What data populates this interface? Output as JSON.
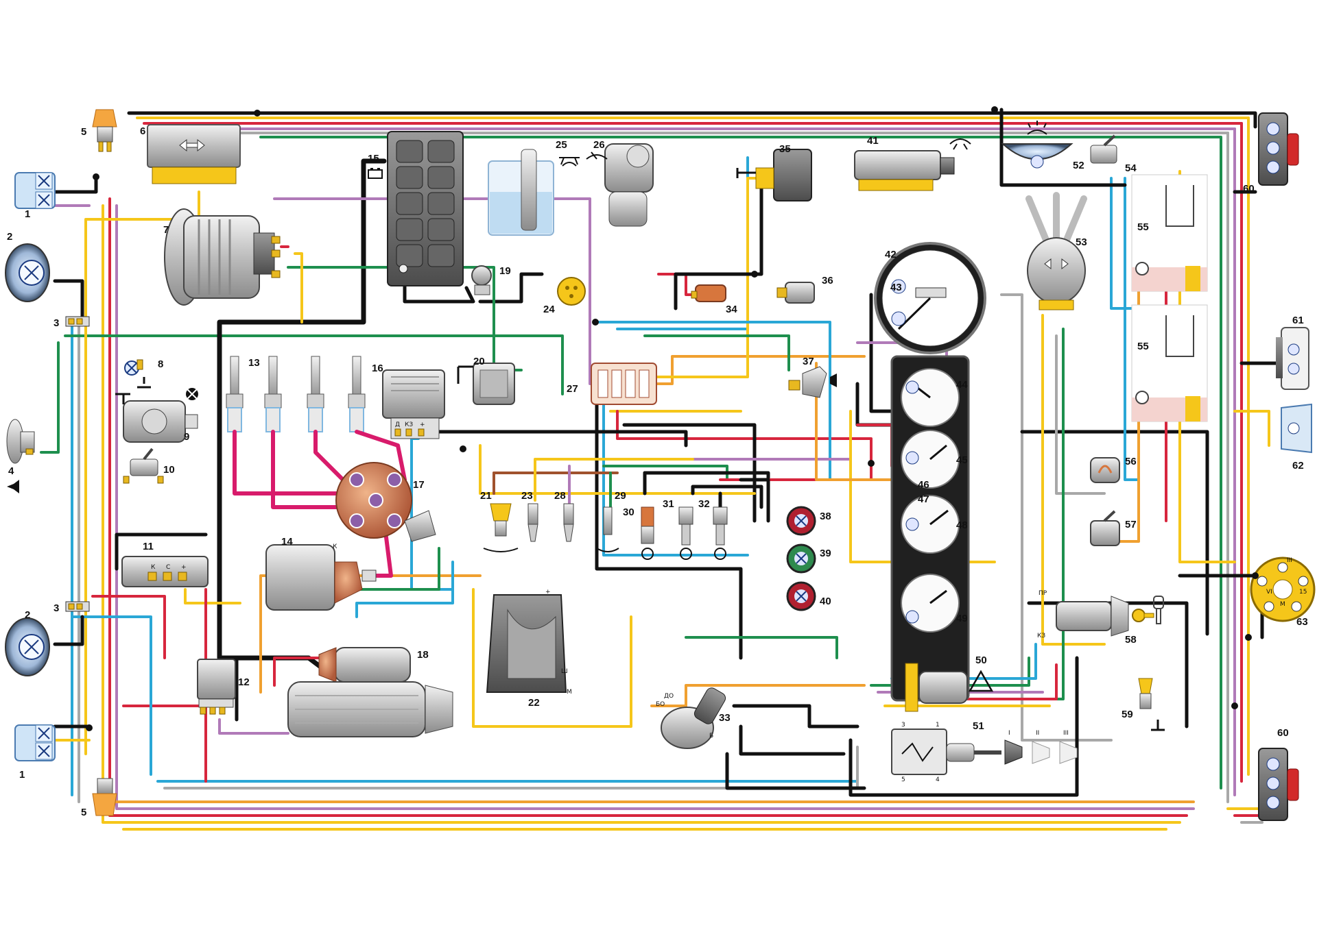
{
  "colors": {
    "black": "#111111",
    "yellow": "#f5c61a",
    "red": "#d7263d",
    "green": "#1e8f4e",
    "blue": "#2aa7d6",
    "violet": "#b07ab8",
    "orange": "#f0a030",
    "grey": "#a8a8a8",
    "brown": "#a0522d",
    "magenta_ht": "#d81b6b"
  },
  "labels": {
    "c1a": "1",
    "c1b": "1",
    "c2a": "2",
    "c2b": "2",
    "c3a": "3",
    "c3b": "3",
    "c4": "4",
    "c5a": "5",
    "c5b": "5",
    "c6": "6",
    "c7": "7",
    "c8": "8",
    "c9": "9",
    "c10": "10",
    "c11": "11",
    "c12": "12",
    "c13": "13",
    "c14": "14",
    "c15": "15",
    "c16": "16",
    "c17": "17",
    "c18": "18",
    "c19": "19",
    "c20": "20",
    "c21": "21",
    "c22": "22",
    "c23": "23",
    "c24": "24",
    "c25": "25",
    "c26": "26",
    "c27": "27",
    "c28": "28",
    "c29": "29",
    "c30": "30",
    "c31": "31",
    "c32": "32",
    "c33": "33",
    "c34": "34",
    "c35": "35",
    "c36": "36",
    "c37": "37",
    "c38": "38",
    "c39": "39",
    "c40": "40",
    "c41": "41",
    "c42": "42",
    "c43": "43",
    "c44": "44",
    "c45": "45",
    "c46": "46",
    "c47": "47",
    "c48": "48",
    "c49": "49",
    "c50": "50",
    "c51": "51",
    "c52": "52",
    "c53": "53",
    "c54": "54",
    "c55a": "55",
    "c55b": "55",
    "c56": "56",
    "c57": "57",
    "c58": "58",
    "c59": "59",
    "c60a": "60",
    "c60b": "60",
    "c61": "61",
    "c62": "62",
    "c63": "63"
  },
  "terminals": {
    "reg11_k": "К",
    "reg11_c": "С",
    "reg11_plus": "+",
    "relay16_d": "Д",
    "relay16_kz": "КЗ",
    "relay16_plus": "+",
    "coil14_k": "К",
    "wiper22_plus": "+",
    "wiper22_sh": "Ш",
    "wiper22_m": "М",
    "sw33_do": "ДО",
    "sw33_bo": "БО",
    "sw33_b": "Б",
    "sw51_1": "1",
    "sw51_3": "3",
    "sw51_5": "5",
    "sw51_4": "4",
    "sw51_pos1": "I",
    "sw51_pos2": "II",
    "sw51_pos3": "III",
    "ign58_pr": "ПР",
    "ign58_kz": "КЗ",
    "sw63_top": "III",
    "sw63_r": "15",
    "sw63_l": "VI",
    "sw63_m": "М"
  },
  "icons": {
    "turn-signal": "turn-signal-arrows-icon",
    "battery": "battery-icon",
    "horn": "horn-icon",
    "washer": "washer-icon",
    "wiper": "wiper-icon",
    "warning": "hazard-triangle-icon",
    "key": "ignition-key-icon",
    "lamp": "dome-lamp-icon"
  }
}
